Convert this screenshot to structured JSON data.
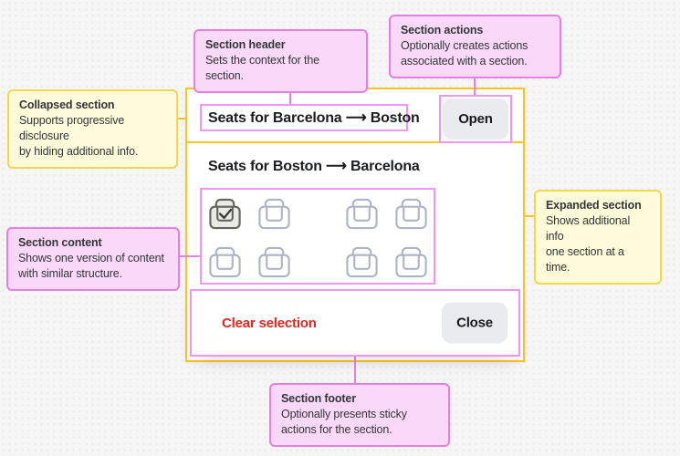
{
  "annotations": {
    "section_header": {
      "title": "Section header",
      "body": "Sets the context for the section."
    },
    "section_actions": {
      "title": "Section actions",
      "body": "Optionally creates actions\nassociated with a section."
    },
    "collapsed_section": {
      "title": "Collapsed section",
      "body": "Supports progressive disclosure\nby hiding additional info."
    },
    "expanded_section": {
      "title": "Expanded section",
      "body": "Shows additional info\none section at a time."
    },
    "section_content": {
      "title": "Section content",
      "body": "Shows one version of content\nwith similar structure."
    },
    "section_footer": {
      "title": "Section footer",
      "body": "Optionally presents sticky\nactions for the section."
    }
  },
  "card": {
    "collapsed_header": {
      "title": "Seats for Barcelona ⟶ Boston",
      "action_label": "Open"
    },
    "expanded": {
      "title": "Seats for Boston ⟶ Barcelona",
      "seat_rows": [
        [
          "selected",
          "empty",
          "empty",
          "empty"
        ],
        [
          "empty",
          "empty",
          "empty",
          "empty"
        ]
      ]
    },
    "footer": {
      "clear_label": "Clear selection",
      "close_label": "Close"
    }
  },
  "colors": {
    "card_outline": "#fcc41d",
    "highlight_outline": "#f095f2",
    "note_pink_border": "#e77ee2",
    "note_pink_bg": "#fad8f7",
    "note_yellow_border": "#f5d74b",
    "note_yellow_bg": "#fefbda",
    "danger_text": "#df2820",
    "button_bg": "#e9ebee",
    "background": "#f6f6f7"
  }
}
